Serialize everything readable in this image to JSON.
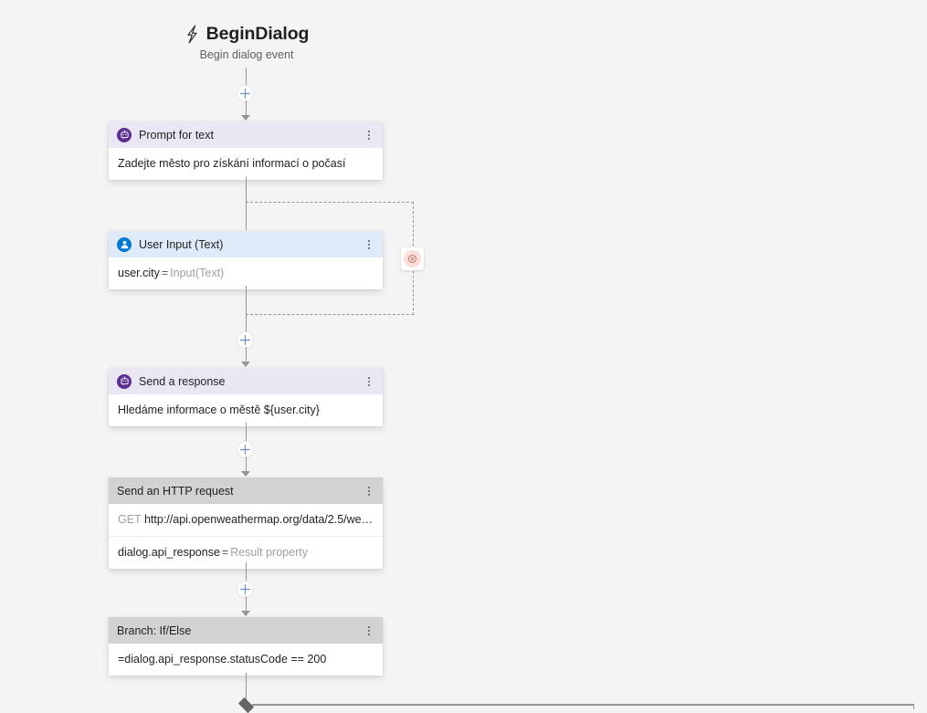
{
  "canvas": {
    "background": "#f4f4f4",
    "edge_color": "#979593",
    "accent_blue": "#0078d4",
    "accent_purple": "#5c2e91",
    "error_color": "#a4262c"
  },
  "trigger": {
    "icon": "lightning-bolt-icon",
    "title": "BeginDialog",
    "subtitle": "Begin dialog event"
  },
  "connectors": {
    "add_label": "+",
    "add_icon": "plus-icon"
  },
  "loop": {
    "badge_icon": "error-circle-x-icon",
    "badge_title": "Loop error"
  },
  "nodes": [
    {
      "id": "prompt-for-text",
      "header_style": "purple",
      "icon": "bot-message-icon",
      "title": "Prompt for text",
      "menu_icon": "more-vertical-icon",
      "rows": [
        {
          "type": "text",
          "text": "Zadejte město pro získání informací o počasí"
        }
      ]
    },
    {
      "id": "user-input-text",
      "header_style": "blue",
      "icon": "user-person-icon",
      "title": "User Input (Text)",
      "menu_icon": "more-vertical-icon",
      "rows": [
        {
          "type": "kv",
          "key": "user.city",
          "eq": "=",
          "value": "Input(Text)"
        }
      ]
    },
    {
      "id": "send-a-response",
      "header_style": "purple",
      "icon": "bot-message-icon",
      "title": "Send a response",
      "menu_icon": "more-vertical-icon",
      "rows": [
        {
          "type": "text",
          "text": "Hledáme informace o městě ${user.city}"
        }
      ]
    },
    {
      "id": "send-an-http-request",
      "header_style": "gray",
      "icon": null,
      "title": "Send an HTTP request",
      "menu_icon": "more-vertical-icon",
      "rows": [
        {
          "type": "method",
          "method": "GET",
          "url": "http://api.openweathermap.org/data/2.5/weath…"
        },
        {
          "type": "kv",
          "key": "dialog.api_response",
          "eq": "=",
          "value": "Result property"
        }
      ]
    },
    {
      "id": "branch-if-else",
      "header_style": "gray",
      "icon": null,
      "title": "Branch: If/Else",
      "menu_icon": "more-vertical-icon",
      "rows": [
        {
          "type": "text",
          "text": "=dialog.api_response.statusCode == 200"
        }
      ]
    }
  ],
  "branch_junction": {
    "shape": "diamond"
  }
}
